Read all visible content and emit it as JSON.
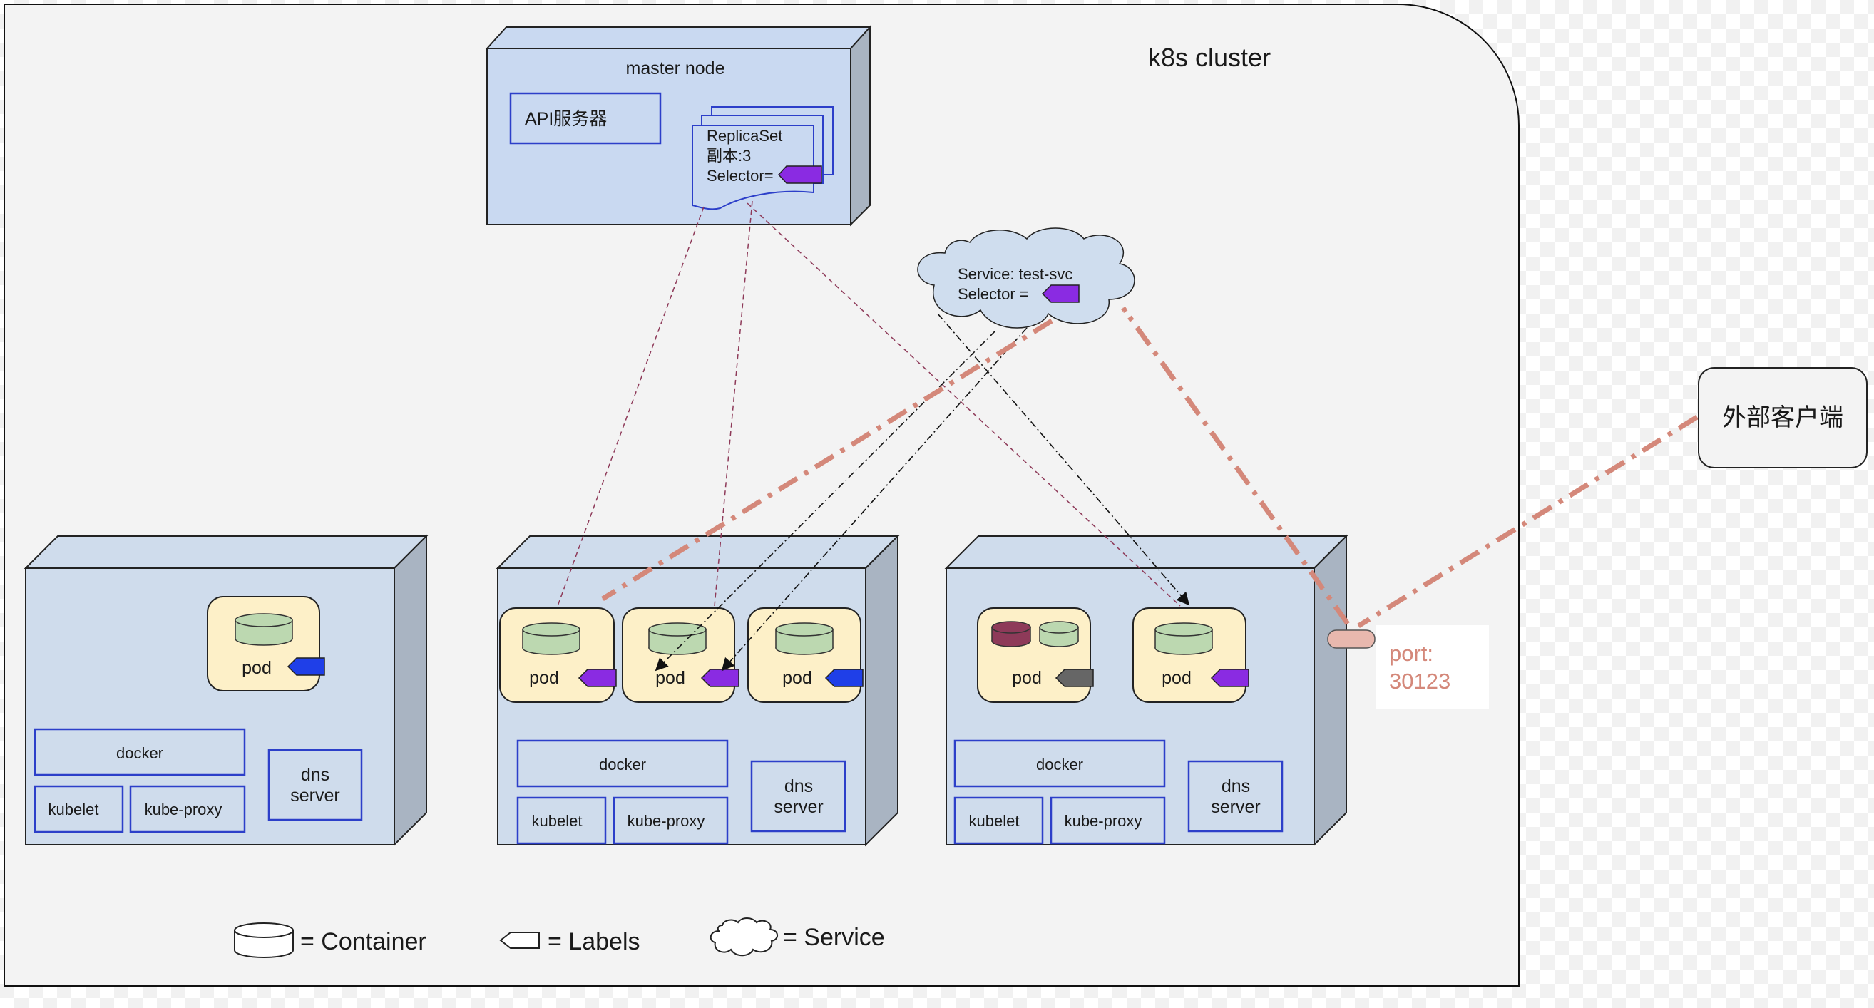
{
  "cluster": {
    "title": "k8s cluster"
  },
  "master": {
    "title": "master node",
    "api_server": "API服务器",
    "replicaset": {
      "line1": "ReplicaSet",
      "line2": "副本:3",
      "line3": "Selector="
    }
  },
  "service": {
    "line1": "Service: test-svc",
    "line2": "Selector ="
  },
  "external_client": "外部客户端",
  "port": {
    "line1": "port:",
    "line2": "30123"
  },
  "nodes": [
    {
      "pods": [
        "pod"
      ],
      "docker": "docker",
      "kubelet": "kubelet",
      "kube_proxy": "kube-proxy",
      "dns_line1": "dns",
      "dns_line2": "server"
    },
    {
      "pods": [
        "pod",
        "pod",
        "pod"
      ],
      "docker": "docker",
      "kubelet": "kubelet",
      "kube_proxy": "kube-proxy",
      "dns_line1": "dns",
      "dns_line2": "server"
    },
    {
      "pods": [
        "pod",
        "pod"
      ],
      "docker": "docker",
      "kubelet": "kubelet",
      "kube_proxy": "kube-proxy",
      "dns_line1": "dns",
      "dns_line2": "server"
    }
  ],
  "legend": {
    "container": "= Container",
    "labels": "= Labels",
    "service": "= Service"
  },
  "colors": {
    "cluster_bg": "#f3f3f3",
    "node_face": "#cfdcec",
    "node_side": "#a9b4c2",
    "master_face": "#c9d9f1",
    "pod_fill": "#fdf0c8",
    "container_fill": "#bcd8b0",
    "label_purple": "#8a2be2",
    "label_blue": "#1f3fe8",
    "label_gray": "#666666",
    "container_maroon": "#8e3a59",
    "box_border": "#2c3fc9",
    "traffic_arrow": "#d4887a",
    "port_fill": "#e8b8ae",
    "service_cloud": "#cfddee"
  },
  "icons": [
    "container-icon",
    "label-icon",
    "service-cloud-icon"
  ]
}
